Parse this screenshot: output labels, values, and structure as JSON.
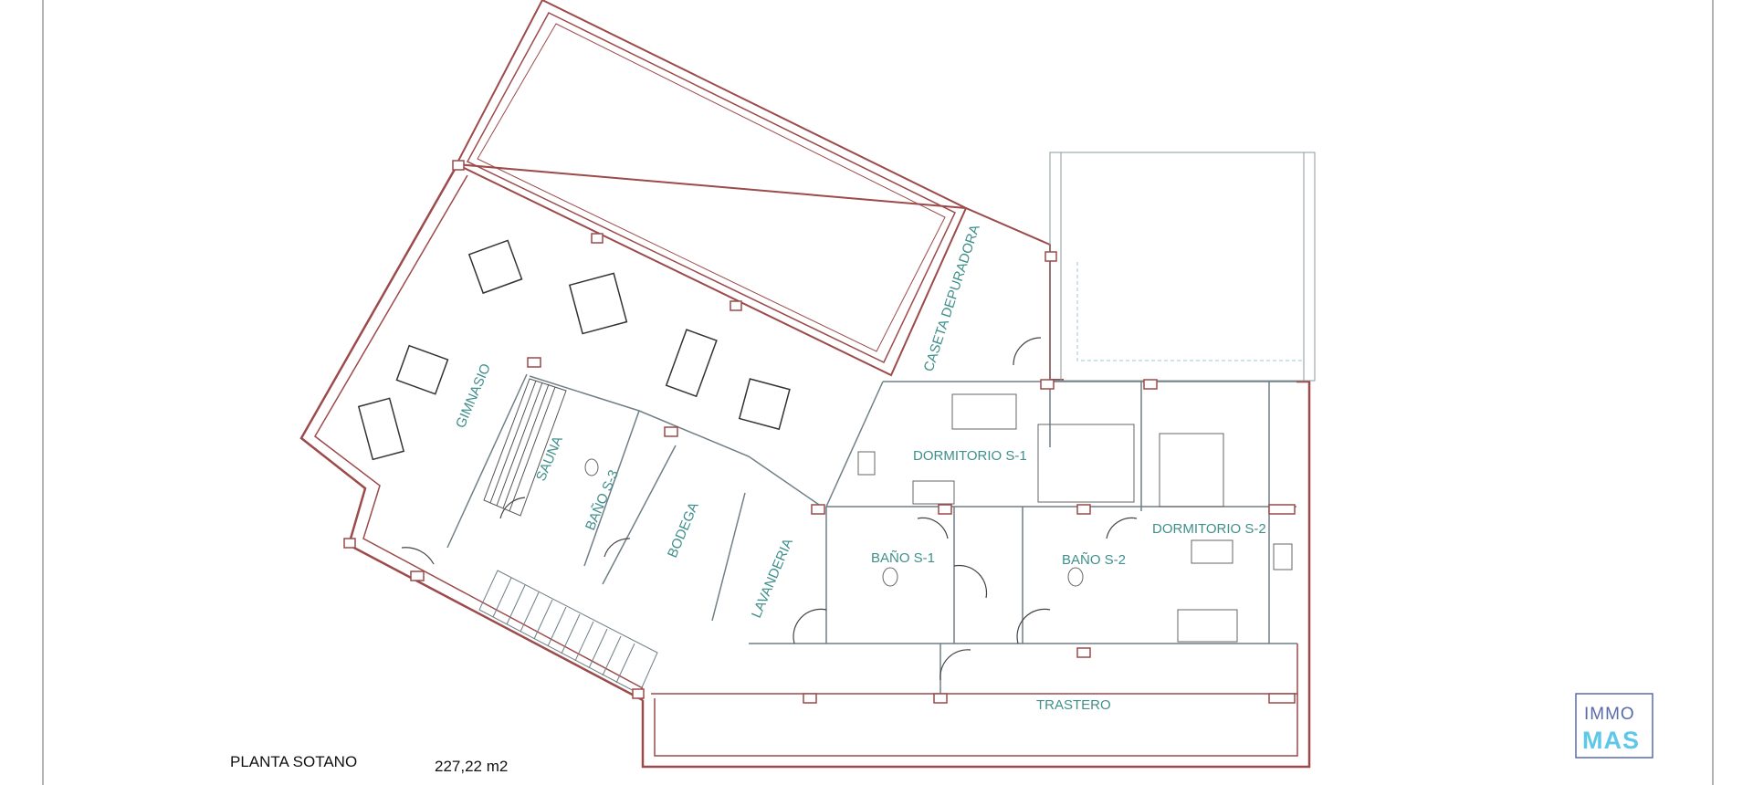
{
  "rooms": {
    "gimnasio": "GIMNASIO",
    "sauna": "SAUNA",
    "bano_s3": "BAÑO S-3",
    "bodega": "BODEGA",
    "lavanderia": "LAVANDERIA",
    "caseta_depuradora": "CASETA DEPURADORA",
    "dormitorio_s1": "DORMITORIO S-1",
    "dormitorio_s2": "DORMITORIO S-2",
    "bano_s1": "BAÑO S-1",
    "bano_s2": "BAÑO S-2",
    "trastero": "TRASTERO"
  },
  "summary": {
    "label": "PLANTA SOTANO",
    "area": "227,22 m2"
  },
  "logo": {
    "top": "IMMO",
    "bottom": "MAS"
  },
  "colors": {
    "wall": "#9c4a4a",
    "line": "#7b8e95",
    "label": "#3f8f8c",
    "logo_top": "#5a6aa8",
    "logo_bottom": "#5ec8e8"
  }
}
